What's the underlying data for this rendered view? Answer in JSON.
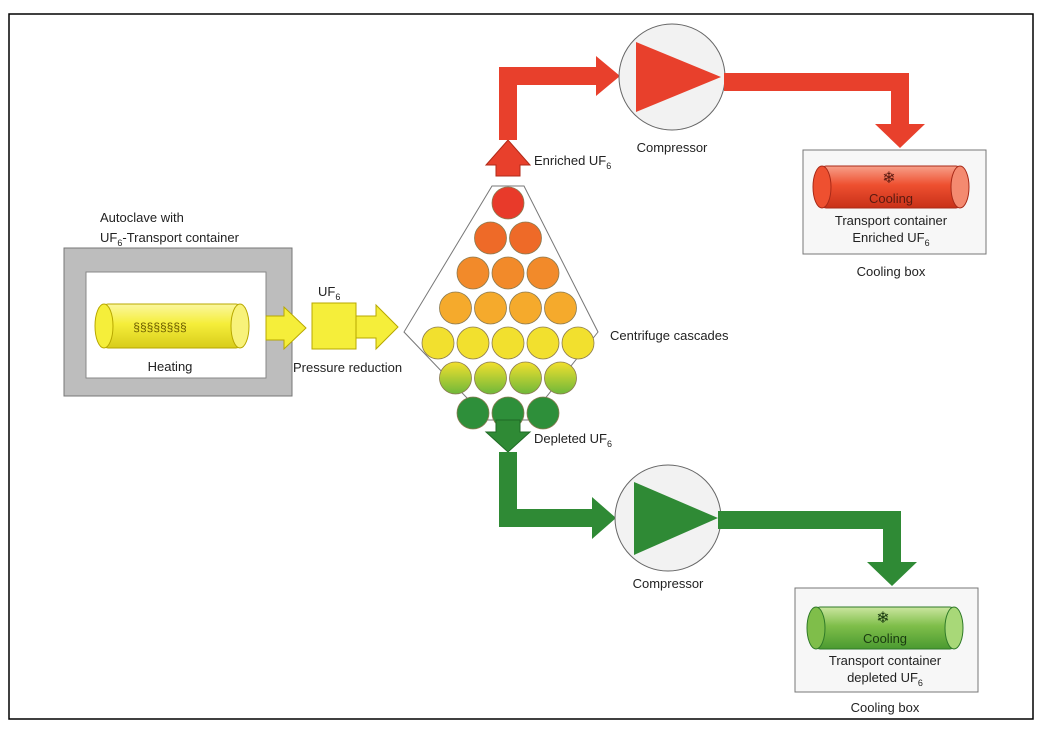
{
  "autoclave": {
    "title_line1": "Autoclave with",
    "title_line2_pre": "UF",
    "title_line2_sub": "6",
    "title_line2_post": "-Transport container",
    "heating_label": "Heating",
    "heating_glyph": "§§§§§§§§"
  },
  "pressure": {
    "uf_label": "UF",
    "uf_sub": "6",
    "label": "Pressure reduction"
  },
  "cascade": {
    "label": "Centrifuge cascades",
    "rows": [
      [
        "#e83a2a"
      ],
      [
        "#ee6a28",
        "#ee6a28"
      ],
      [
        "#f28a2a",
        "#f28a2a",
        "#f28a2a"
      ],
      [
        "#f5aa2c",
        "#f5aa2c",
        "#f5aa2c",
        "#f5aa2c"
      ],
      [
        "#f2e02e",
        "#f2e02e",
        "#f2e02e",
        "#f2e02e",
        "#f2e02e"
      ],
      [
        "#a8c83a",
        "#a8c83a",
        "#a8c83a",
        "#a8c83a"
      ],
      [
        "#2e8f3a",
        "#2e8f3a",
        "#2e8f3a"
      ]
    ]
  },
  "enriched": {
    "label_pre": "Enriched UF",
    "label_sub": "6",
    "compressor_label": "Compressor",
    "color": "#e8402c",
    "cooling_label": "Cooling",
    "container_line1": "Transport container",
    "container_line2_pre": "Enriched UF",
    "container_line2_sub": "6",
    "box_label": "Cooling box"
  },
  "depleted": {
    "label_pre": "Depleted UF",
    "label_sub": "6",
    "compressor_label": "Compressor",
    "color": "#2f8a35",
    "cooling_label": "Cooling",
    "container_line1": "Transport container",
    "container_line2_pre": "depleted UF",
    "container_line2_sub": "6",
    "box_label": "Cooling box"
  },
  "colors": {
    "yellow": "#f5ee3a",
    "yellow_stroke": "#b8a800",
    "red": "#e8402c",
    "green": "#2f8a35",
    "grey_box": "#bdbdbd",
    "snowflake_icon": "❄"
  }
}
